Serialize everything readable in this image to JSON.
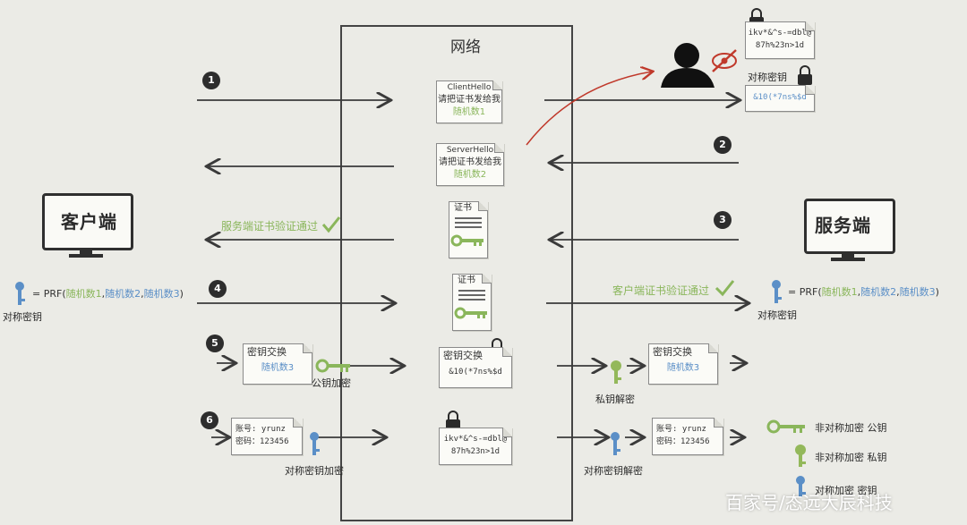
{
  "network": {
    "title": "网络"
  },
  "client": {
    "label": "客户端"
  },
  "server": {
    "label": "服务端"
  },
  "steps": [
    "1",
    "2",
    "3",
    "4",
    "5",
    "6"
  ],
  "messages": {
    "client_hello": {
      "line1": "ClientHello",
      "line2": "请把证书发给我",
      "line3": "随机数1"
    },
    "server_hello": {
      "line1": "ServerHello",
      "line2": "请把证书发给我",
      "line3": "随机数2"
    },
    "cert_server": {
      "title": "证书"
    },
    "cert_client": {
      "title": "证书"
    },
    "key_exchange_net": {
      "line1": "密钥交换",
      "line2": "&10(*7ns%$d"
    },
    "encrypted_net": {
      "line1": "ikv*&^s-=dbl@",
      "line2": "87h%23n>1d"
    }
  },
  "client_side": {
    "verify": "服务端证书验证通过",
    "prf_formula": {
      "eq": "= PRF(",
      "r1": "随机数1",
      "c1": ",",
      "r2": "随机数2",
      "c2": ",",
      "r3": "随机数3",
      "close": ")"
    },
    "sym_key_label": "对称密钥",
    "key_exchange": {
      "line1": "密钥交换",
      "line2": "随机数3"
    },
    "pubkey_encrypt": "公钥加密",
    "account": {
      "line1": "账号: yrunz",
      "line2": "密码：123456"
    },
    "sym_encrypt": "对称密钥加密"
  },
  "server_side": {
    "verify": "客户端证书验证通过",
    "prf_formula": {
      "eq": "= PRF(",
      "r1": "随机数1",
      "c1": ",",
      "r2": "随机数2",
      "c2": ",",
      "r3": "随机数3",
      "close": ")"
    },
    "sym_key_label": "对称密钥",
    "key_exchange": {
      "line1": "密钥交换",
      "line2": "随机数3"
    },
    "privkey_decrypt": "私钥解密",
    "account": {
      "line1": "账号: yrunz",
      "line2": "密码：123456"
    },
    "sym_decrypt": "对称密钥解密"
  },
  "attacker": {
    "intercepted": {
      "line1": "ikv*&^s-=dbl@",
      "line2": "87h%23n>1d"
    },
    "sym_key_label": "对称密钥",
    "sym_key_value": "&10(*7ns%$d"
  },
  "legend": {
    "public_key": "非对称加密 公钥",
    "private_key": "非对称加密 私钥",
    "symmetric_key": "对称加密 密钥"
  },
  "colors": {
    "public_key": "#8ab65b",
    "private_key": "#93b85a",
    "symmetric_key": "#5b8fc7",
    "attack_arrow": "#c0392b",
    "verify_text": "#8ab65b"
  },
  "watermark": "百家号/态远大辰科技"
}
